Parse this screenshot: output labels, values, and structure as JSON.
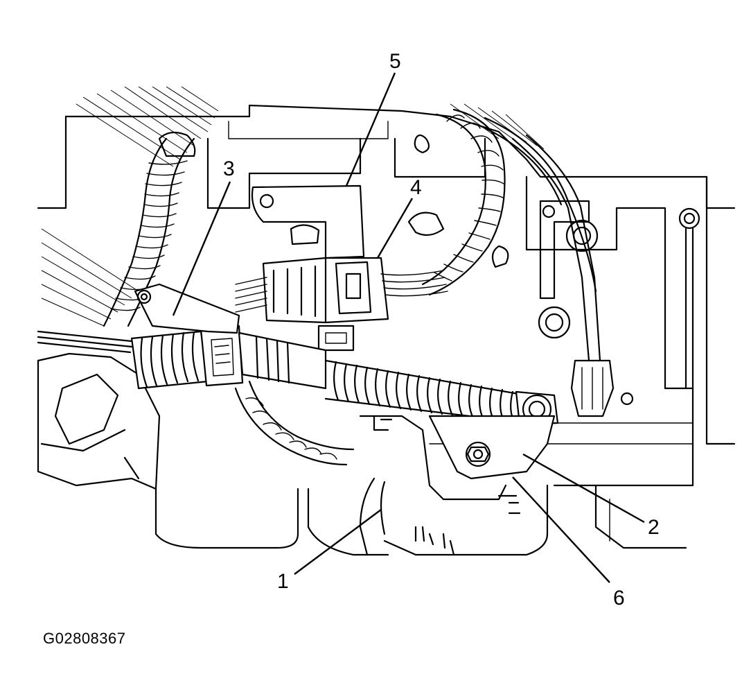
{
  "figure_code": "G02808367",
  "callouts": [
    "1",
    "2",
    "3",
    "4",
    "5",
    "6"
  ]
}
